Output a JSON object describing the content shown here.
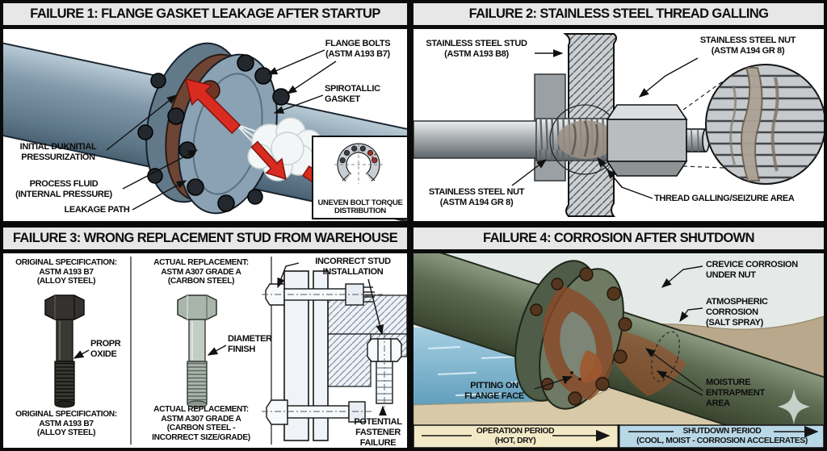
{
  "panels": {
    "failure1": {
      "title": "FAILURE 1: FLANGE GASKET LEAKAGE AFTER STARTUP",
      "labels": {
        "flange_bolts": "FLANGE BOLTS\n(ASTM A193 B7)",
        "gasket": "SPIROTALLIC\nGASKET",
        "initial_pressurization": "INITIAL DUKNITIAL\nPRESSURIZATION",
        "process_fluid": "PROCESS FLUID\n(INTERNAL PRESSURE)",
        "leakage_path": "LEAKAGE PATH",
        "inset_caption": "UNEVEN BOLT TORQUE\nDISTRIBUTION"
      }
    },
    "failure2": {
      "title": "FAILURE 2: STAINLESS STEEL THREAD GALLING",
      "labels": {
        "stud": "STAINLESS STEEL STUD\n(ASTM A193 B8)",
        "nut_top": "STAINLESS STEEL NUT\n(ASTM A194 GR 8)",
        "nut_bottom": "STAINLESS STEEL NUT\n(ASTM A194 GR 8)",
        "galling": "THREAD GALLING/SEIZURE AREA"
      }
    },
    "failure3": {
      "title": "FAILURE 3: WRONG REPLACEMENT STUD FROM WAREHOUSE",
      "labels": {
        "original_spec_top": "ORIGINAL SPECIFICATION:\nASTM A193 B7\n(ALLOY STEEL)",
        "original_spec_bottom": "ORIGINAL SPECIFICATION:\nASTM A193 B7\n(ALLOY STEEL)",
        "replacement_top": "ACTUAL REPLACEMENT:\nASTM A307 GRADE A\n(CARBON STEEL)",
        "replacement_bottom": "ACTUAL REPLACEMENT:\nASTM A307 GRADE A\n(CARBON STEEL -\nINCORRECT SIZE/GRADE)",
        "propr_oxide": "PROPR\nOXIDE",
        "diameter_finish": "DIAMETER\nFINISH",
        "incorrect_install": "INCORRECT STUD\nINSTALLATION",
        "potential_failure": "POTENTIAL\nFASTENER\nFAILURE"
      }
    },
    "failure4": {
      "title": "FAILURE 4: CORROSION AFTER SHUTDOWN",
      "labels": {
        "crevice": "CREVICE CORROSION\nUNDER NUT",
        "atmospheric": "ATMOSPHERIC\nCORROSION\n(SALT SPRAY)",
        "pitting": "PITTING ON\nFLANGE FACE",
        "moisture": "MOISTURE\nENTRAPMENT\nAREA"
      },
      "timeline": {
        "operation": "OPERATION PERIOD\n(HOT, DRY)",
        "shutdown": "SHUTDOWN PERIOD\n(COOL, MOIST - CORROSION ACCELERATES)"
      }
    }
  },
  "colors": {
    "title_bar_bg": "#e7e7e7",
    "pipe_steel_blue": "#8199ab",
    "pipe_green": "#5d6b52",
    "rust": "#8a4a28",
    "arrow_red": "#d92b20",
    "water_blue": "#7fb4cd",
    "sand": "#d8caa8",
    "operation_bg": "#f2e9c6",
    "shutdown_bg": "#b9d8e7"
  }
}
